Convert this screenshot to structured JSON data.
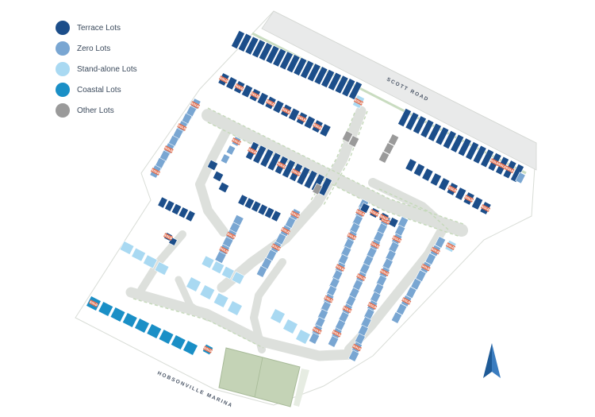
{
  "legend": [
    {
      "label": "Terrace Lots",
      "color": "#1c4e8a"
    },
    {
      "label": "Zero Lots",
      "color": "#79a6d2"
    },
    {
      "label": "Stand-alone Lots",
      "color": "#a9d9f2"
    },
    {
      "label": "Coastal Lots",
      "color": "#1a8fc6"
    },
    {
      "label": "Other Lots",
      "color": "#9a9a9a"
    }
  ],
  "streets": {
    "scott_road": "SCOTT ROAD",
    "hobsonville_marina": "HOBSONVILLE MARINA"
  },
  "sold_label": "SOLD",
  "colors": {
    "sold": "#e06e4f",
    "road": "#eaebea",
    "road_edge": "#d7dbd5",
    "verge": "#dfe8dc",
    "field": "#c4d3b6",
    "field_line": "#a7ba98",
    "north_arrow": "#1e5a96"
  },
  "icons": {
    "north_arrow": "north-arrow-icon"
  }
}
